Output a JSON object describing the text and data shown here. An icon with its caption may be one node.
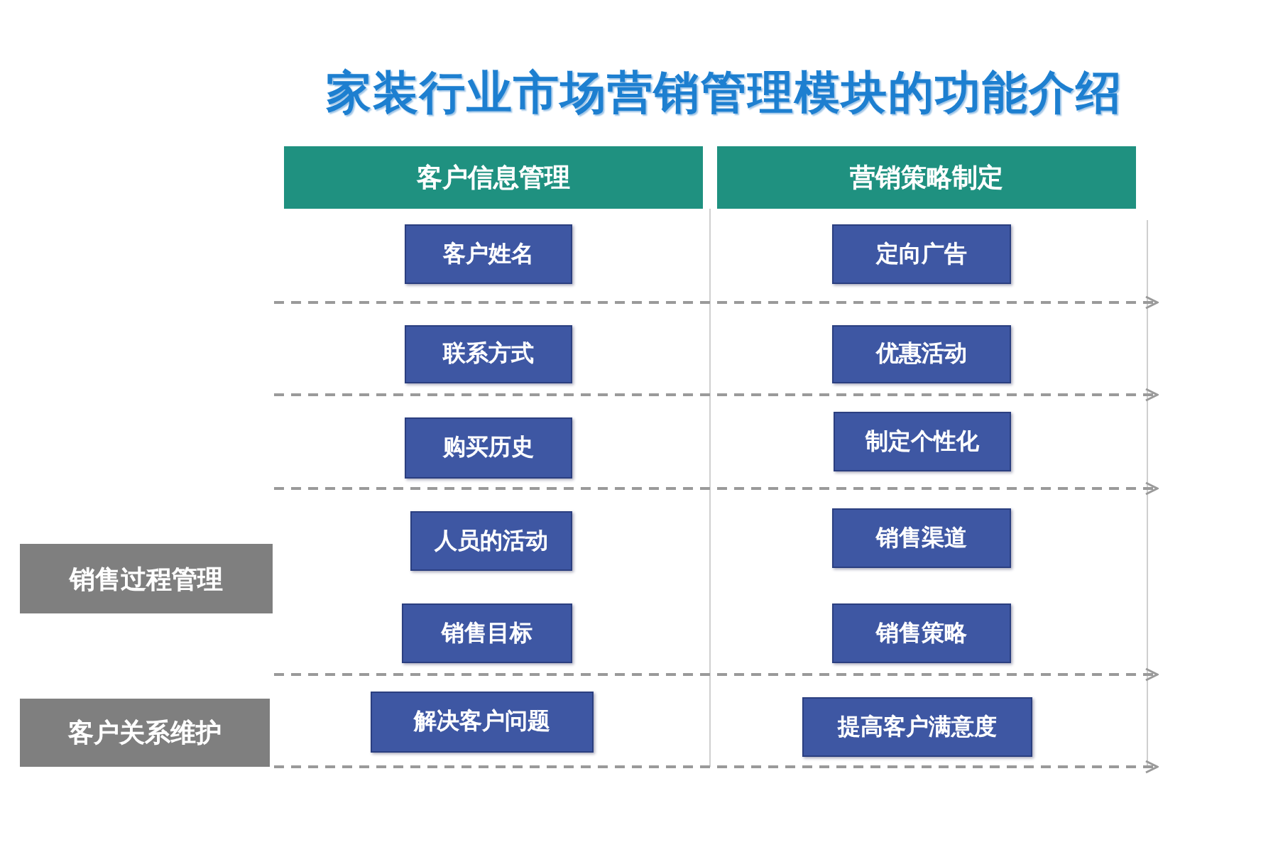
{
  "diagram": {
    "title": "家装行业市场营销管理模块的功能介绍",
    "nodes": [
      {
        "text": [
          "客户信息管理"
        ]
      },
      {
        "text": [
          "营销策略制定"
        ]
      },
      {
        "text": [
          "客户姓名"
        ]
      },
      {
        "text": [
          "定向广告"
        ]
      },
      {
        "text": [
          "联系方式"
        ]
      },
      {
        "text": [
          "优惠活动"
        ]
      },
      {
        "text": [
          "购买历史"
        ]
      },
      {
        "text": [
          "制定个性化"
        ]
      },
      {
        "text": [
          "销售过程管理"
        ]
      },
      {
        "text": [
          "人员的活动"
        ]
      },
      {
        "text": [
          "销售渠道"
        ]
      },
      {
        "text": [
          "销售目标"
        ]
      },
      {
        "text": [
          "销售策略"
        ]
      },
      {
        "text": [
          "客户关系维护"
        ]
      },
      {
        "text": [
          "解决客户问题"
        ]
      },
      {
        "text": [
          "提高客户满意度"
        ]
      }
    ]
  }
}
